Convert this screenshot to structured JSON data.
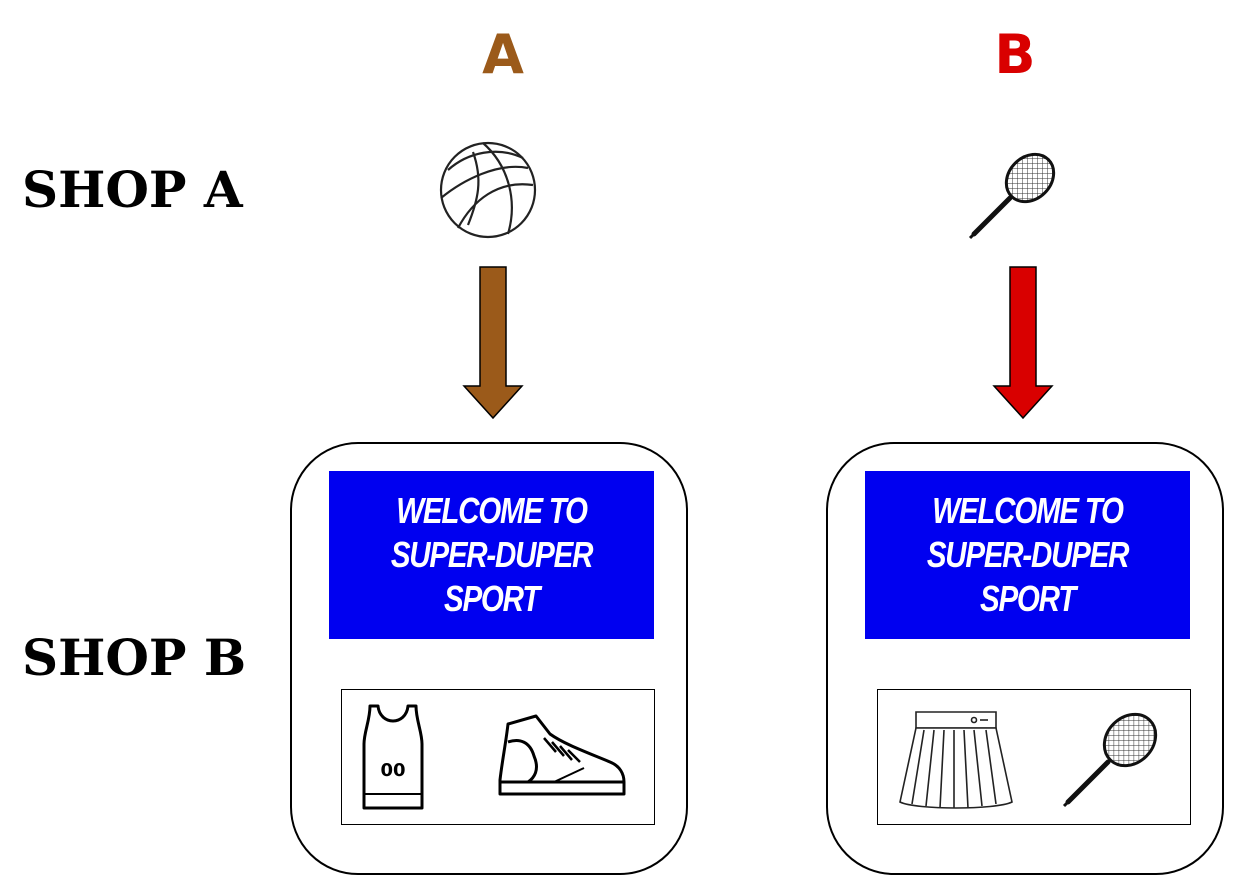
{
  "columns": [
    {
      "label": "A",
      "color": "#9b5a1a",
      "source_item": "basketball-icon",
      "products": [
        "jersey-icon",
        "sneaker-icon"
      ]
    },
    {
      "label": "B",
      "color": "#d90000",
      "source_item": "tennis-racket-icon",
      "products": [
        "tennis-skirt-icon",
        "tennis-racket-icon"
      ]
    }
  ],
  "rows": [
    {
      "label": "SHOP A"
    },
    {
      "label": "SHOP B"
    }
  ],
  "shop_b": {
    "banner_text": "WELCOME TO\nSUPER-DUPER\nSPORT",
    "banner_color": "#0000f0",
    "jersey_number": "00"
  }
}
